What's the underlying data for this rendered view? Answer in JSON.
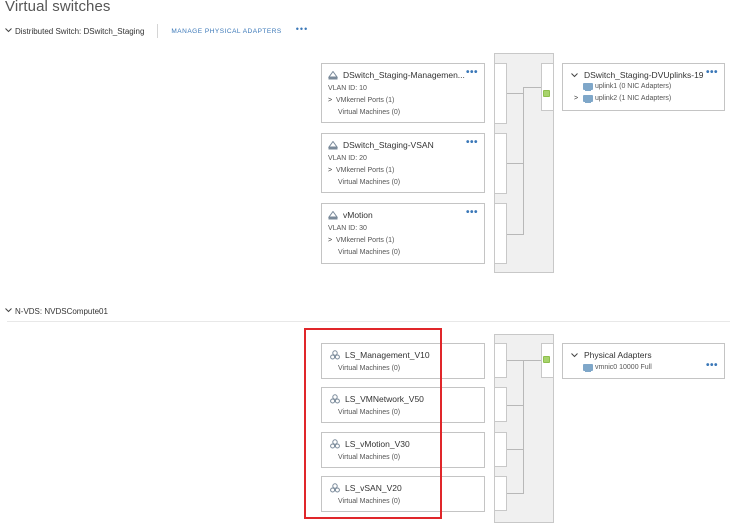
{
  "page": {
    "title": "Virtual switches"
  },
  "section1": {
    "header_label": "Distributed Switch: DSwitch_Staging",
    "manage_link": "MANAGE PHYSICAL ADAPTERS",
    "more": "•••",
    "port_groups": [
      {
        "name": "DSwitch_Staging-Managemen...",
        "vlan": "VLAN ID: 10",
        "vmkernel": "VMkernel Ports (1)",
        "vms": "Virtual Machines (0)",
        "more": "•••"
      },
      {
        "name": "DSwitch_Staging-VSAN",
        "vlan": "VLAN ID: 20",
        "vmkernel": "VMkernel Ports (1)",
        "vms": "Virtual Machines (0)",
        "more": "•••"
      },
      {
        "name": "vMotion",
        "vlan": "VLAN ID: 30",
        "vmkernel": "VMkernel Ports (1)",
        "vms": "Virtual Machines (0)",
        "more": "•••"
      }
    ],
    "uplinks": {
      "title": "DSwitch_Staging-DVUplinks-19",
      "more": "•••",
      "items": [
        {
          "label": "uplink1 (0 NIC Adapters)"
        },
        {
          "label": "uplink2 (1 NIC Adapters)"
        }
      ]
    }
  },
  "section2": {
    "header_label": "N-VDS: NVDSCompute01",
    "segments": [
      {
        "name": "LS_Management_V10",
        "vms": "Virtual Machines (0)"
      },
      {
        "name": "LS_VMNetwork_V50",
        "vms": "Virtual Machines (0)"
      },
      {
        "name": "LS_vMotion_V30",
        "vms": "Virtual Machines (0)"
      },
      {
        "name": "LS_vSAN_V20",
        "vms": "Virtual Machines (0)"
      }
    ],
    "physical_adapters": {
      "title": "Physical Adapters",
      "more": "•••",
      "items": [
        {
          "label": "vmnic0 10000 Full"
        }
      ]
    }
  },
  "colors": {
    "link": "#3b78b8",
    "highlight": "#e0262a",
    "nic_active": "#a7d36b",
    "connector_bg": "#f0f0f0"
  }
}
